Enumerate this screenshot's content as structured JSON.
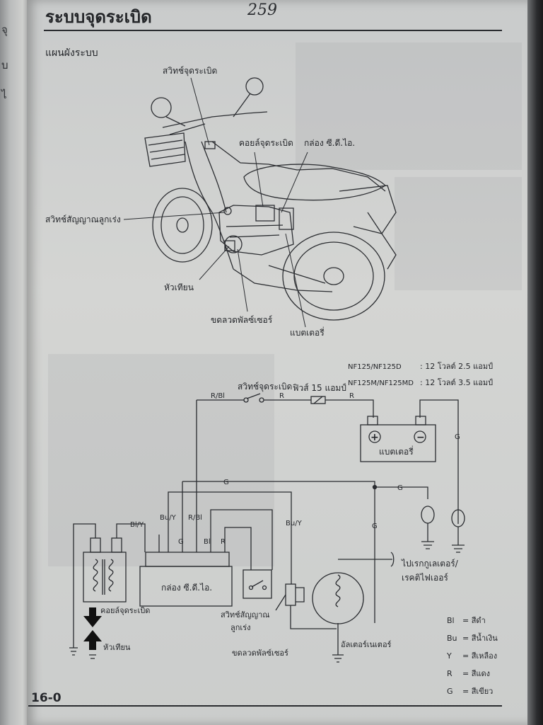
{
  "header": {
    "title": "ระบบจุดระเบิด",
    "handwritten_page": "259",
    "section": "แผนผังระบบ"
  },
  "left_page_fragments": [
    "จุ",
    "บ",
    "ไ"
  ],
  "illustration_labels": {
    "ignition_switch": "สวิทช์จุดระเบิด",
    "ignition_coil": "คอยล์จุดระเบิด",
    "cdi_box": "กล่อง ซี.ดี.ไอ.",
    "neutral_switch": "สวิทช์สัญญาณลูกเร่ง",
    "spark_plug": "หัวเทียน",
    "pulse_coil": "ขดลวดพัลซ์เซอร์",
    "battery": "แบตเตอรี่"
  },
  "specs": [
    {
      "model": "NF125/NF125D",
      "value": ": 12 โวลต์ 2.5 แอมป์"
    },
    {
      "model": "NF125M/NF125MD",
      "value": ": 12 โวลต์ 3.5 แอมป์"
    }
  ],
  "schematic": {
    "ignition_switch": "สวิทช์จุดระเบิด",
    "fuse": "ฟิวส์ 15 แอมป์",
    "battery": "แบตเตอรี่",
    "plus": "+",
    "minus": "−",
    "wire_r_bl": "R/Bl",
    "wire_r": "R",
    "wire_g": "G",
    "wire_bl_y": "Bl/Y",
    "wire_bu_y": "Bu/Y",
    "wire_bl": "Bl",
    "ignition_coil": "คอยล์จุดระเบิด",
    "spark_plug": "หัวเทียน",
    "cdi_box": "กล่อง ซี.ดี.ไอ.",
    "neutral_switch_1": "สวิทช์สัญญาณ",
    "neutral_switch_2": "ลูกเร่ง",
    "pulse_coil": "ขดลวดพัลซ์เซอร์",
    "alternator": "อัลเตอร์เนเตอร์",
    "to_regulator_1": "ไปเรกกูเลเตอร์/",
    "to_regulator_2": "เรคติไฟเออร์"
  },
  "legend": [
    {
      "code": "Bl",
      "color": "= สีดำ"
    },
    {
      "code": "Bu",
      "color": "= สีน้ำเงิน"
    },
    {
      "code": "Y",
      "color": "= สีเหลือง"
    },
    {
      "code": "R",
      "color": "= สีแดง"
    },
    {
      "code": "G",
      "color": "= สีเขียว"
    }
  ],
  "footer": {
    "page_number": "16-0"
  },
  "colors": {
    "ink": "#25272b",
    "paper": "#d0d1cf",
    "background": "#4a4c50"
  }
}
